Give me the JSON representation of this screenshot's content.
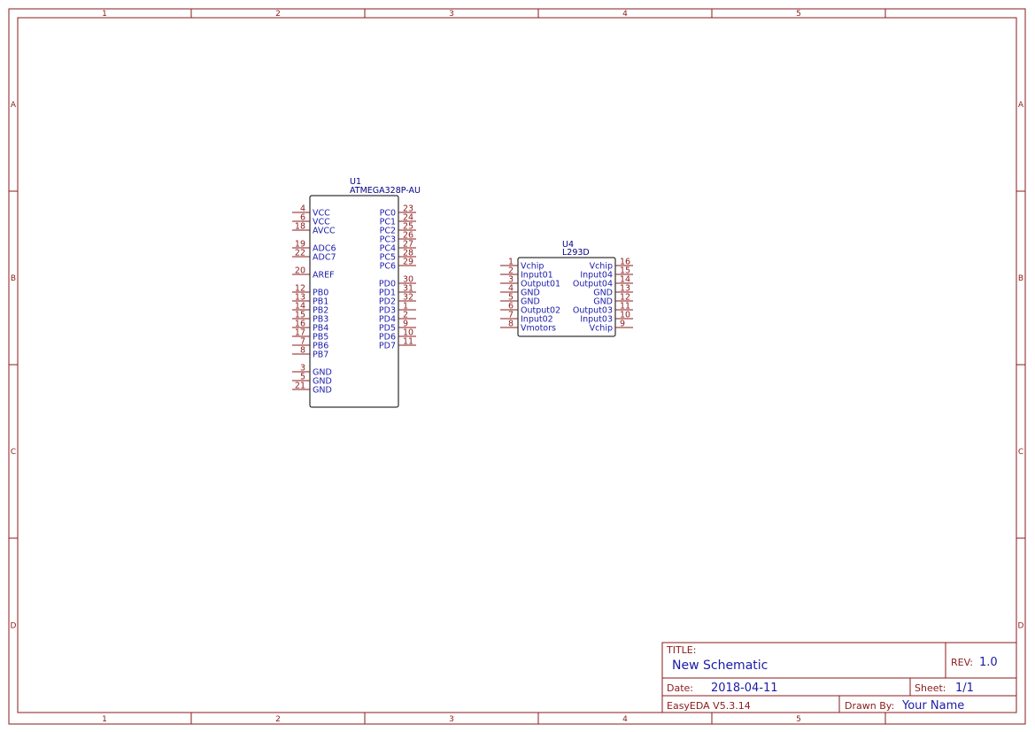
{
  "frame": {
    "columns": [
      "1",
      "2",
      "3",
      "4",
      "5"
    ],
    "rows": [
      "A",
      "B",
      "C",
      "D"
    ]
  },
  "components": [
    {
      "id": "u1",
      "designator": "U1",
      "part": "ATMEGA328P-AU",
      "left_pins": [
        {
          "num": "4",
          "name": "VCC"
        },
        {
          "num": "6",
          "name": "VCC"
        },
        {
          "num": "18",
          "name": "AVCC"
        },
        {
          "num": "19",
          "name": "ADC6"
        },
        {
          "num": "22",
          "name": "ADC7"
        },
        {
          "num": "20",
          "name": "AREF"
        },
        {
          "num": "12",
          "name": "PB0"
        },
        {
          "num": "13",
          "name": "PB1"
        },
        {
          "num": "14",
          "name": "PB2"
        },
        {
          "num": "15",
          "name": "PB3"
        },
        {
          "num": "16",
          "name": "PB4"
        },
        {
          "num": "17",
          "name": "PB5"
        },
        {
          "num": "7",
          "name": "PB6"
        },
        {
          "num": "8",
          "name": "PB7"
        },
        {
          "num": "3",
          "name": "GND"
        },
        {
          "num": "5",
          "name": "GND"
        },
        {
          "num": "21",
          "name": "GND"
        }
      ],
      "right_pins": [
        {
          "num": "23",
          "name": "PC0"
        },
        {
          "num": "24",
          "name": "PC1"
        },
        {
          "num": "25",
          "name": "PC2"
        },
        {
          "num": "26",
          "name": "PC3"
        },
        {
          "num": "27",
          "name": "PC4"
        },
        {
          "num": "28",
          "name": "PC5"
        },
        {
          "num": "29",
          "name": "PC6"
        },
        {
          "num": "30",
          "name": "PD0"
        },
        {
          "num": "31",
          "name": "PD1"
        },
        {
          "num": "32",
          "name": "PD2"
        },
        {
          "num": "1",
          "name": "PD3"
        },
        {
          "num": "2",
          "name": "PD4"
        },
        {
          "num": "9",
          "name": "PD5"
        },
        {
          "num": "10",
          "name": "PD6"
        },
        {
          "num": "11",
          "name": "PD7"
        }
      ]
    },
    {
      "id": "u4",
      "designator": "U4",
      "part": "L293D",
      "left_pins": [
        {
          "num": "1",
          "name": "Vchip"
        },
        {
          "num": "2",
          "name": "Input01"
        },
        {
          "num": "3",
          "name": "Output01"
        },
        {
          "num": "4",
          "name": "GND"
        },
        {
          "num": "5",
          "name": "GND"
        },
        {
          "num": "6",
          "name": "Output02"
        },
        {
          "num": "7",
          "name": "Input02"
        },
        {
          "num": "8",
          "name": "Vmotors"
        }
      ],
      "right_pins": [
        {
          "num": "16",
          "name": "Vchip"
        },
        {
          "num": "15",
          "name": "Input04"
        },
        {
          "num": "14",
          "name": "Output04"
        },
        {
          "num": "13",
          "name": "GND"
        },
        {
          "num": "12",
          "name": "GND"
        },
        {
          "num": "11",
          "name": "Output03"
        },
        {
          "num": "10",
          "name": "Input03"
        },
        {
          "num": "9",
          "name": "Vchip"
        }
      ]
    }
  ],
  "title_block": {
    "title_label": "TITLE:",
    "title": "New Schematic",
    "rev_label": "REV:",
    "rev": "1.0",
    "date_label": "Date:",
    "date": "2018-04-11",
    "sheet_label": "Sheet:",
    "sheet": "1/1",
    "software": "EasyEDA V5.3.14",
    "drawn_by_label": "Drawn By:",
    "drawn_by": "Your Name"
  }
}
